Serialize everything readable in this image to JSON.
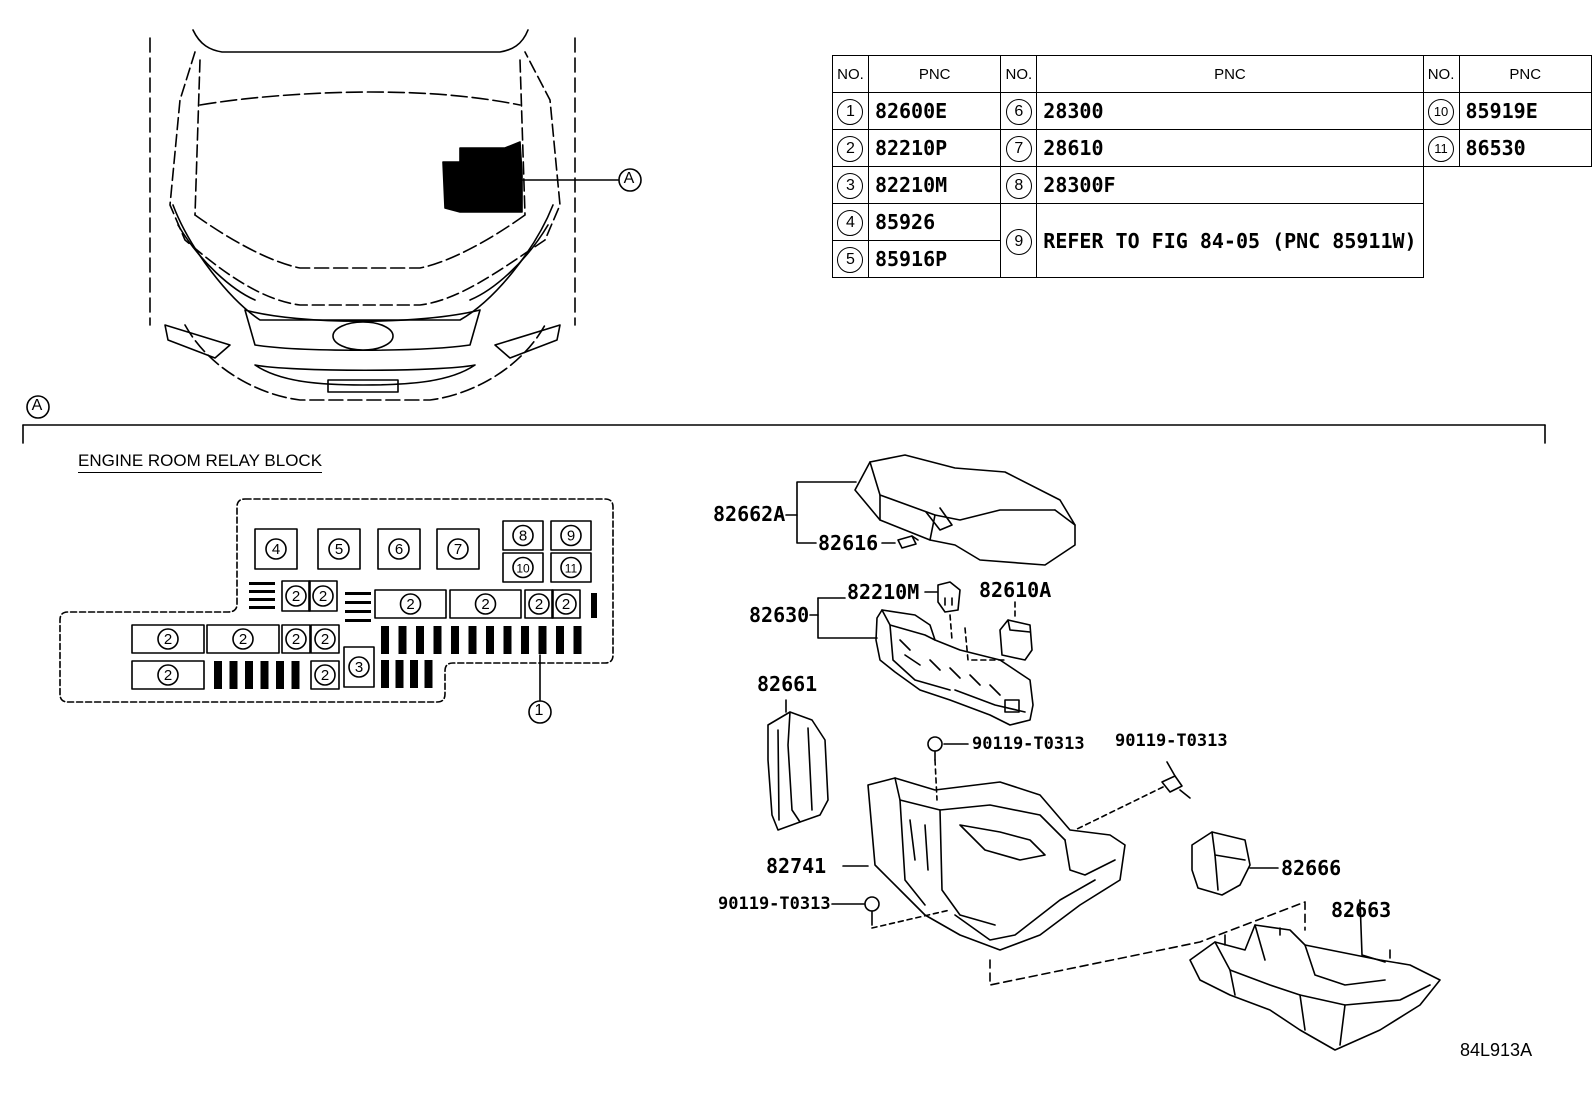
{
  "table": {
    "headers": [
      "NO.",
      "PNC",
      "NO.",
      "PNC",
      "NO.",
      "PNC"
    ],
    "rows": [
      [
        {
          "no": "1",
          "pnc": "82600E"
        },
        {
          "no": "6",
          "pnc": "28300"
        },
        {
          "no": "10",
          "pnc": "85919E"
        }
      ],
      [
        {
          "no": "2",
          "pnc": "82210P"
        },
        {
          "no": "7",
          "pnc": "28610"
        },
        {
          "no": "11",
          "pnc": "86530"
        }
      ],
      [
        {
          "no": "3",
          "pnc": "82210M"
        },
        {
          "no": "8",
          "pnc": "28300F"
        }
      ],
      [
        {
          "no": "4",
          "pnc": "85926"
        }
      ],
      [
        {
          "no": "5",
          "pnc": "85916P"
        }
      ]
    ],
    "item9": {
      "no": "9",
      "text": "REFER TO\nFIG 84-05\n(PNC 85911W)"
    }
  },
  "callout_letter": "A",
  "relay_block": {
    "title": "ENGINE ROOM RELAY BLOCK",
    "top_slots": [
      "4",
      "5",
      "6",
      "7",
      "8",
      "9",
      "10",
      "11"
    ],
    "fuse_label": "2",
    "relay_label": "3",
    "pointer_label": "1"
  },
  "parts": {
    "cover": "82662A",
    "cover_clip": "82616",
    "block": "82630",
    "relay_m": "82210M",
    "relay_a": "82610A",
    "side_cover": "82661",
    "case": "82741",
    "bolt_top": "90119-T0313",
    "bolt_right": "90119-T0313",
    "bolt_bottom": "90119-T0313",
    "bracket_small": "82666",
    "tray": "82663"
  },
  "figure_code": "84L913A"
}
